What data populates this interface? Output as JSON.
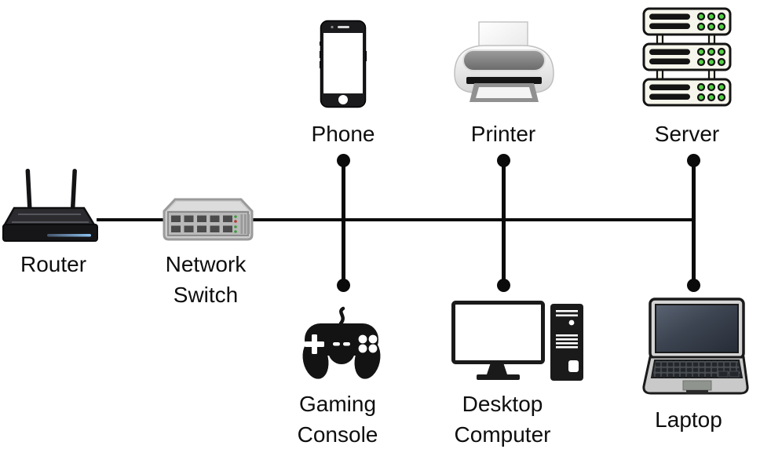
{
  "diagram": {
    "type": "network-topology",
    "background": "#ffffff",
    "line_color": "#0b0b0b",
    "label_color": "#0e0e0e",
    "nodes": [
      {
        "id": "router",
        "label": "Router",
        "icon": "wireless-router-icon"
      },
      {
        "id": "network-switch",
        "label": "Network Switch",
        "icon": "network-switch-icon"
      },
      {
        "id": "phone",
        "label": "Phone",
        "icon": "smartphone-icon"
      },
      {
        "id": "printer",
        "label": "Printer",
        "icon": "printer-icon"
      },
      {
        "id": "server",
        "label": "Server",
        "icon": "server-rack-icon"
      },
      {
        "id": "gaming-console",
        "label": "Gaming Console",
        "icon": "gamepad-icon"
      },
      {
        "id": "desktop-computer",
        "label": "Desktop Computer",
        "icon": "desktop-tower-icon"
      },
      {
        "id": "laptop",
        "label": "Laptop",
        "icon": "laptop-icon"
      }
    ],
    "connections": [
      {
        "from": "Router",
        "to": "Network Switch",
        "style": "horizontal-bus-line"
      },
      {
        "from": "Network Switch",
        "to": "bus",
        "style": "horizontal-bus-line"
      },
      {
        "from": "Phone",
        "to": "Gaming Console",
        "style": "vertical-drop-with-end-dots"
      },
      {
        "from": "Printer",
        "to": "Desktop Computer",
        "style": "vertical-drop-with-end-dots"
      },
      {
        "from": "Server",
        "to": "Laptop",
        "style": "vertical-drop-with-end-dots"
      }
    ],
    "accent_colors": {
      "router_light_strip": "#8ec3f2",
      "server_led_green": "#55d244",
      "switch_led_green": "#3f9b3f",
      "switch_led_red": "#b03a30"
    }
  }
}
